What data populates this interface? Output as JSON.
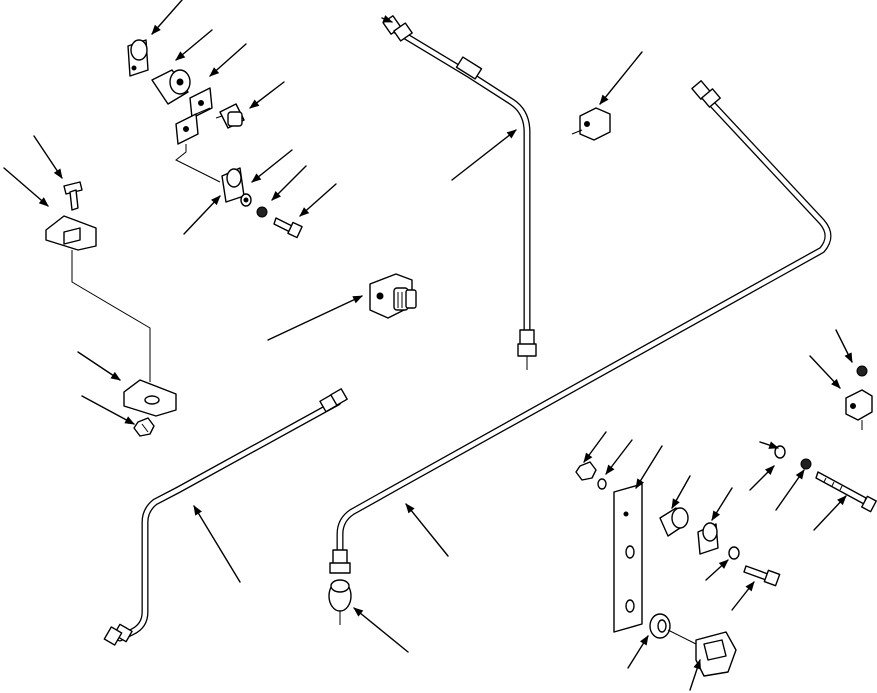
{
  "diagram": {
    "kind": "exploded-parts-view",
    "style": "monochrome line drawing",
    "line_color": "#000000",
    "background_color": "#ffffff",
    "callout_count": 36,
    "labels": []
  }
}
